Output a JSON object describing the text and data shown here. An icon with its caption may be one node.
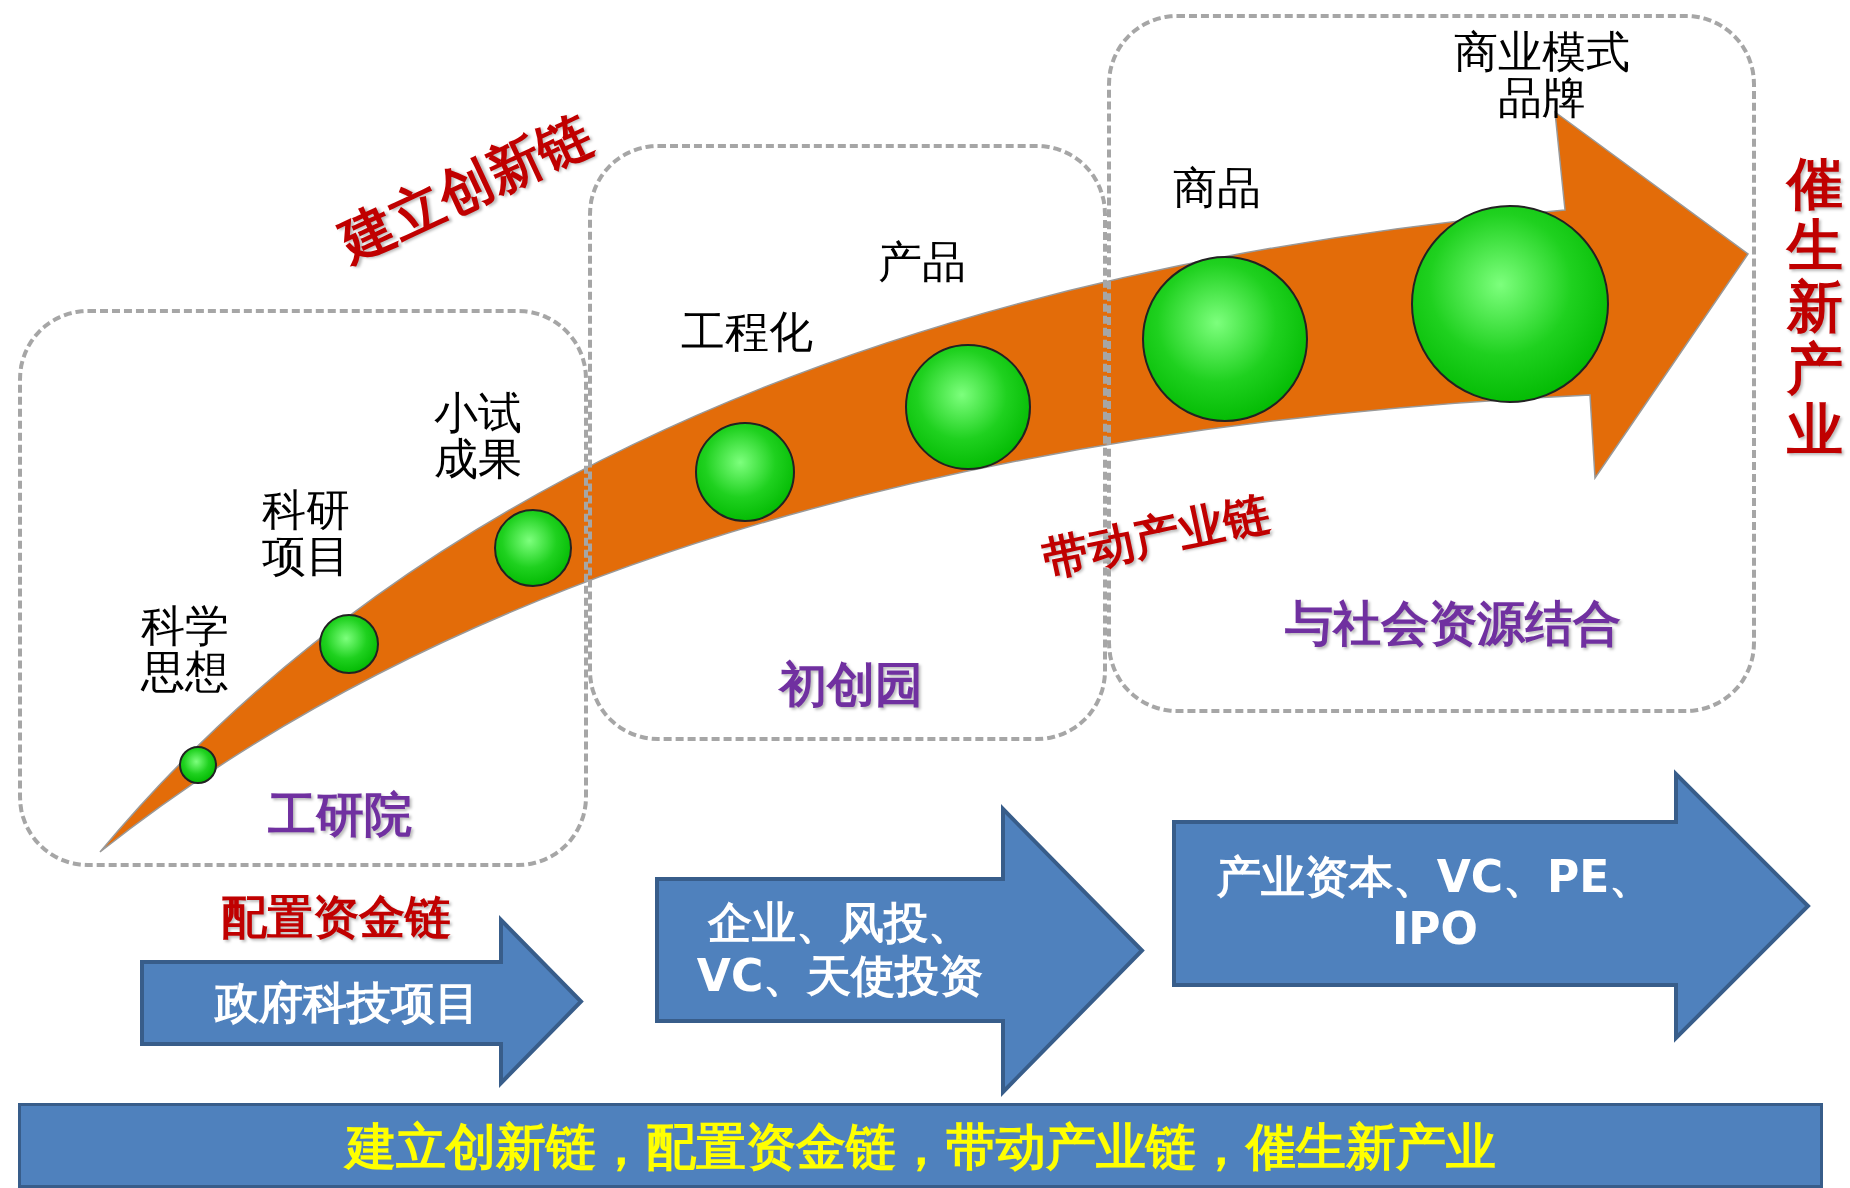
{
  "diagram": {
    "nodes": [
      {
        "text": [
          "工研院"
        ]
      },
      {
        "text": [],
        "shape": "circle",
        "beside": [
          "科学思想"
        ],
        "in": 0
      },
      {
        "text": [],
        "shape": "circle",
        "beside": [
          "科研项目"
        ],
        "in": 0
      },
      {
        "text": [],
        "shape": "circle",
        "beside": [
          "小试成果"
        ],
        "in": 0
      },
      {
        "text": [
          "初创园"
        ]
      },
      {
        "text": [],
        "shape": "circle",
        "beside": [
          "工程化"
        ],
        "in": 4
      },
      {
        "text": [],
        "shape": "circle",
        "beside": [
          "产品"
        ],
        "in": 4
      },
      {
        "text": [
          "与社会资源结合"
        ]
      },
      {
        "text": [],
        "shape": "circle",
        "beside": [
          "商品"
        ],
        "in": 7
      },
      {
        "text": [],
        "shape": "circle",
        "beside": [
          "商业模式品牌"
        ],
        "in": 7
      },
      {
        "text": [
          "政府科技项目"
        ]
      },
      {
        "text": [
          "企业、风投、VC、天使投资"
        ]
      },
      {
        "text": [
          "产业资本、VC、PE、IPO"
        ]
      },
      {
        "text": [
          "建立创新链，配置资金链，带动产业链，催生新产业"
        ]
      }
    ],
    "labels": [
      "建立创新链",
      "带动产业链",
      "配置资金链",
      "催生新产业"
    ]
  }
}
